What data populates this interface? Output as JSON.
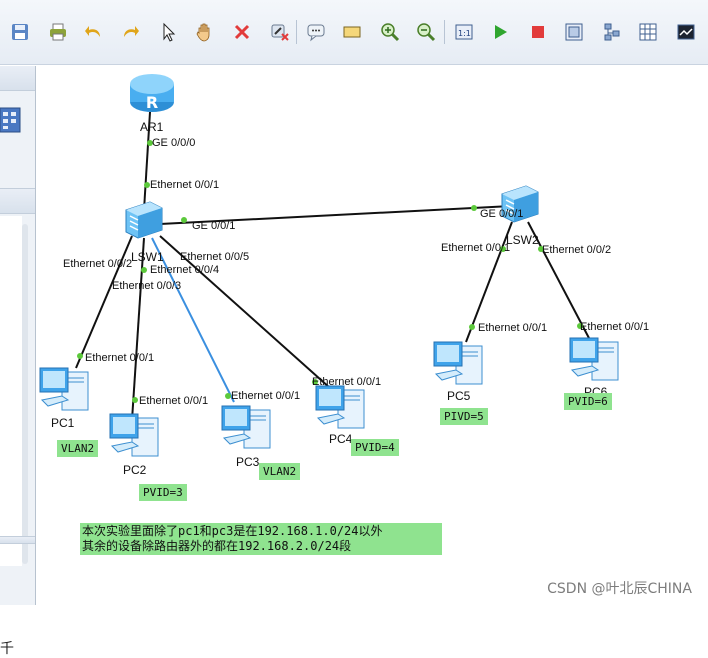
{
  "toolbar": {
    "buttons": [
      {
        "name": "save-icon"
      },
      {
        "name": "print-icon"
      },
      {
        "name": "undo-icon"
      },
      {
        "name": "redo-icon"
      },
      {
        "name": "select-pointer-icon"
      },
      {
        "name": "hand-drag-icon"
      },
      {
        "name": "delete-icon"
      },
      {
        "name": "delete-link-icon"
      },
      {
        "name": "text-note-icon"
      },
      {
        "name": "rectangle-icon"
      },
      {
        "name": "zoom-in-icon"
      },
      {
        "name": "zoom-out-icon"
      },
      {
        "name": "fit-view-icon"
      },
      {
        "name": "start-device-icon"
      },
      {
        "name": "stop-device-icon"
      },
      {
        "name": "capture-icon"
      },
      {
        "name": "topology-icon"
      },
      {
        "name": "grid-icon"
      },
      {
        "name": "console-icon"
      }
    ],
    "colors": {
      "start": "#2fa52f",
      "stop": "#e23b3b",
      "accent": "#3a7bd5"
    }
  },
  "left_panel": {
    "bottom_char": "千"
  },
  "topology": {
    "devices": {
      "ar1": {
        "label": "AR1",
        "type": "router"
      },
      "lsw1": {
        "label": "LSW1",
        "type": "switch"
      },
      "lsw2": {
        "label": "LSW2",
        "type": "switch"
      },
      "pc1": {
        "label": "PC1",
        "type": "pc"
      },
      "pc2": {
        "label": "PC2",
        "type": "pc"
      },
      "pc3": {
        "label": "PC3",
        "type": "pc"
      },
      "pc4": {
        "label": "PC4",
        "type": "pc"
      },
      "pc5": {
        "label": "PC5",
        "type": "pc"
      },
      "pc6": {
        "label": "PC6",
        "type": "pc"
      }
    },
    "ports": {
      "ar1_ge": "GE 0/0/0",
      "lsw1_up": "Ethernet 0/0/1",
      "lsw1_ge": "GE 0/0/1",
      "lsw2_ge": "GE 0/0/1",
      "lsw1_p2": "Ethernet 0/0/2",
      "lsw1_p3": "Ethernet 0/0/3",
      "lsw1_p4": "Ethernet 0/0/4",
      "lsw1_p5": "Ethernet 0/0/5",
      "lsw2_p1": "Ethernet 0/0/1",
      "lsw2_p2": "Ethernet 0/0/2",
      "pc1_p": "Ethernet 0/0/1",
      "pc2_p": "Ethernet 0/0/1",
      "pc3_p": "Ethernet 0/0/1",
      "pc4_p": "Ethernet 0/0/1",
      "pc5_p": "Ethernet 0/0/1",
      "pc6_p": "Ethernet 0/0/1"
    },
    "tags": {
      "pc1": "VLAN2",
      "pc2": "PVID=3",
      "pc3": "VLAN2",
      "pc4": "PVID=4",
      "pc5": "PIVD=5",
      "pc6": "PVID=6"
    },
    "note_lines": [
      "本次实验里面除了pc1和pc3是在192.168.1.0/24以外",
      "其余的设备除路由器外的都在192.168.2.0/24段"
    ],
    "link_colors": {
      "normal": "#111111",
      "highlight": "#3a8fe0",
      "port_dot": "#5cc93b"
    }
  },
  "watermark": "CSDN @叶北辰CHINA"
}
